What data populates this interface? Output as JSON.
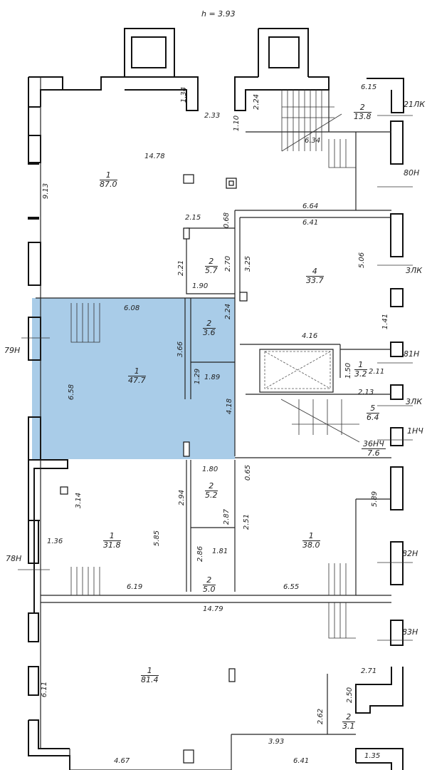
{
  "plan": {
    "height_label": "h = 3.93",
    "highlight_color": "#a9cce8",
    "wall_color": "#111111"
  },
  "rooms": [
    {
      "num": "1",
      "area": "87.0"
    },
    {
      "num": "2",
      "area": "13.8"
    },
    {
      "num": "2",
      "area": "5.7"
    },
    {
      "num": "4",
      "area": "33.7"
    },
    {
      "num": "1",
      "area": "47.7"
    },
    {
      "num": "2",
      "area": "3.6"
    },
    {
      "num": "1",
      "area": "3.2"
    },
    {
      "num": "5",
      "area": "6.4"
    },
    {
      "num": "36НЧ",
      "area": "7.6"
    },
    {
      "num": "1",
      "area": "31.8"
    },
    {
      "num": "2",
      "area": "5.2"
    },
    {
      "num": "2",
      "area": "5.0"
    },
    {
      "num": "1",
      "area": "38.0"
    },
    {
      "num": "1",
      "area": "81.4"
    },
    {
      "num": "2",
      "area": "3.1"
    }
  ],
  "dimensions": {
    "d1": "1.34",
    "d2": "2.33",
    "d3": "1.10",
    "d4": "2.24",
    "d5": "6.15",
    "d6": "6.34",
    "d7": "14.78",
    "d8": "9.13",
    "d9": "6.64",
    "d10": "6.41",
    "d11": "2.15",
    "d12": "0.68",
    "d13": "2.21",
    "d14": "2.70",
    "d15": "3.25",
    "d16": "1.90",
    "d17": "5.06",
    "d18": "6.08",
    "d19": "3.66",
    "d20": "2.24",
    "d21": "1.29",
    "d22": "1.89",
    "d23": "6.58",
    "d24": "4.18",
    "d25": "4.16",
    "d26": "1.41",
    "d27": "1.50",
    "d28": "2.11",
    "d29": "2.13",
    "d30": "1.80",
    "d31": "0.65",
    "d32": "2.94",
    "d33": "2.87",
    "d34": "2.51",
    "d35": "3.14",
    "d36": "5.85",
    "d37": "1.36",
    "d38": "2.86",
    "d39": "1.81",
    "d40": "5.89",
    "d41": "6.19",
    "d42": "6.55",
    "d43": "14.79",
    "d44": "6.11",
    "d45": "2.71",
    "d46": "2.50",
    "d47": "2.62",
    "d48": "3.93",
    "d49": "4.67",
    "d50": "6.41",
    "d51": "1.35"
  },
  "axes": {
    "a1": "21ЛК",
    "a2": "80Н",
    "a3": "3ЛК",
    "a4": "79Н",
    "a5": "81Н",
    "a6": "3ЛК",
    "a7": "1НЧ",
    "a8": "78Н",
    "a9": "82Н",
    "a10": "83Н"
  }
}
